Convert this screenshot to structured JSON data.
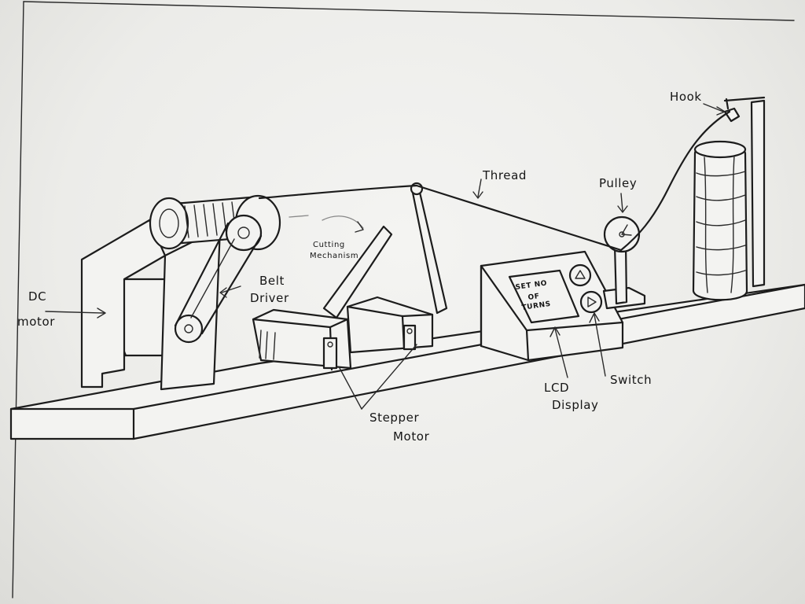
{
  "diagram": {
    "labels": {
      "dc_motor_line1": "DC",
      "dc_motor_line2": "motor",
      "belt_driver_line1": "Belt",
      "belt_driver_line2": "Driver",
      "cutting_line1": "Cutting",
      "cutting_line2": "Mechanism",
      "thread": "Thread",
      "pulley": "Pulley",
      "hook": "Hook",
      "stepper_line1": "Stepper",
      "stepper_line2": "Motor",
      "lcd_line1": "LCD",
      "lcd_line2": "Display",
      "switch": "Switch"
    },
    "lcd_screen": {
      "line1": "SET NO",
      "line2": "OF",
      "line3": "TURNS"
    },
    "colors": {
      "ink": "#1c1c1c",
      "paper": "#f3f3f1"
    }
  }
}
